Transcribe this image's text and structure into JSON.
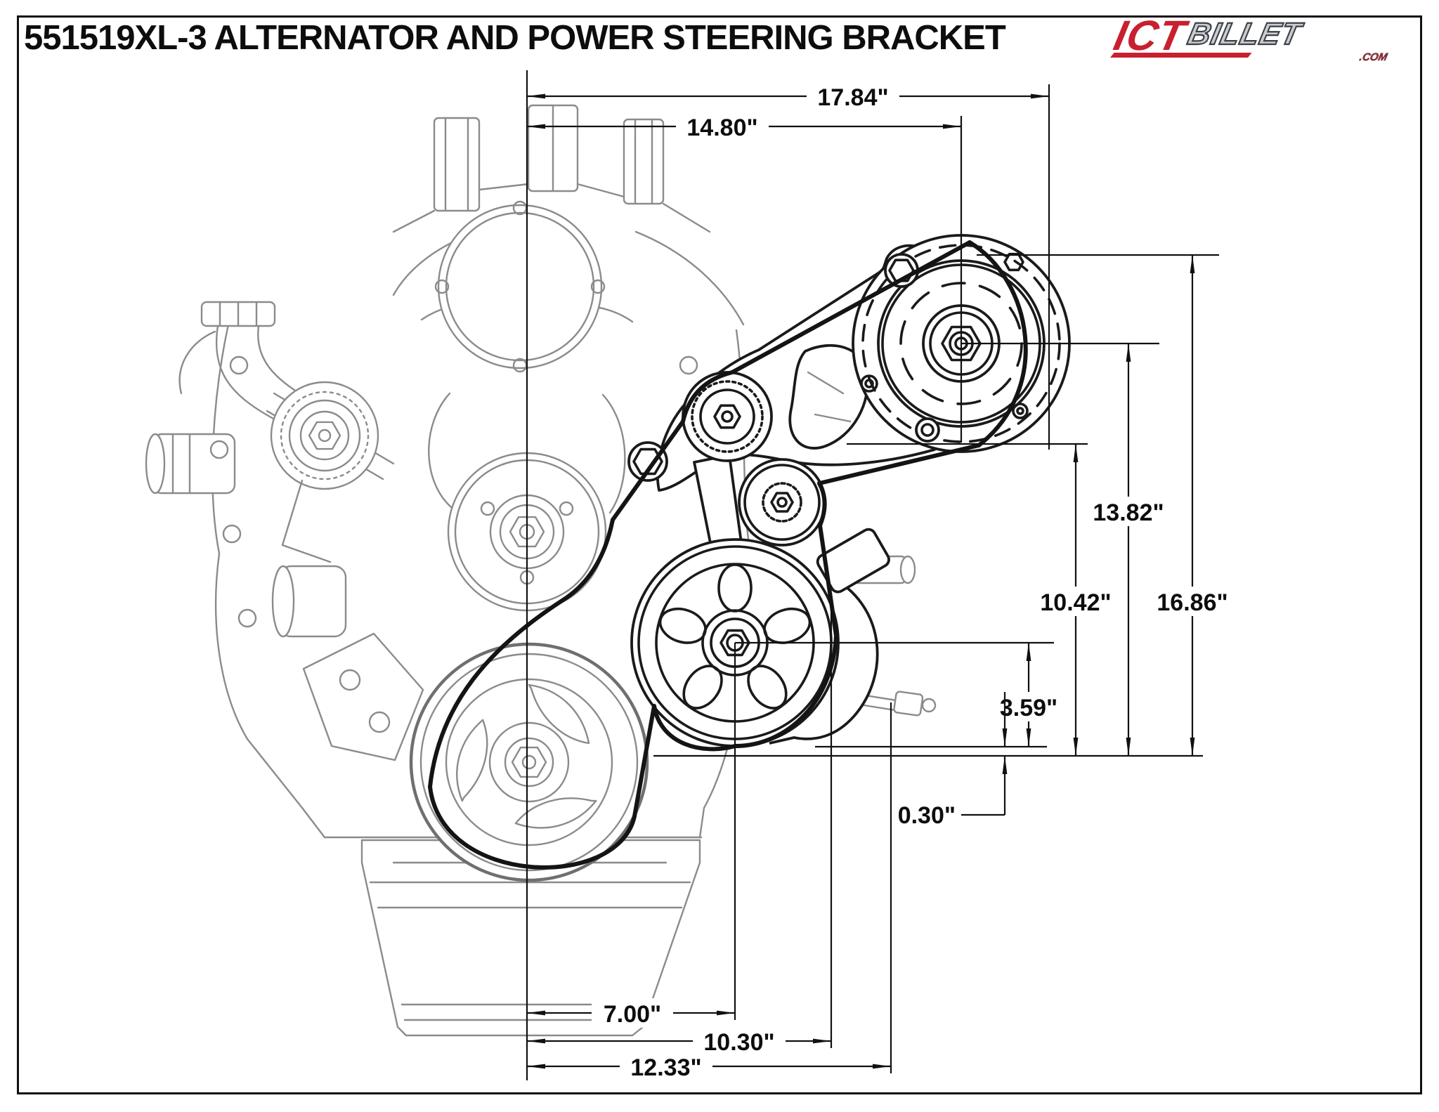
{
  "sheet": {
    "title": "551519XL-3 ALTERNATOR AND POWER STEERING BRACKET"
  },
  "logo": {
    "ict": "ICT",
    "billet": "BILLET",
    "tld": ".COM"
  },
  "colors": {
    "logo_red": "#c8202f",
    "logo_silver": "#c9ccd1",
    "engine_line": "#8b8b8b",
    "product_line": "#1a1a1a",
    "dimension_line": "#111111"
  },
  "dimensions": {
    "top": [
      {
        "id": "centerline-to-belt-outer",
        "label": "17.84\""
      },
      {
        "id": "centerline-to-alternator-center",
        "label": "14.80\""
      }
    ],
    "right": [
      {
        "id": "alternator-center-height",
        "label": "13.82\""
      },
      {
        "id": "bracket-bottom-height",
        "label": "10.42\""
      },
      {
        "id": "alternator-top-height",
        "label": "16.86\""
      },
      {
        "id": "ps-pump-center-height",
        "label": "3.59\""
      },
      {
        "id": "belt-bottom-offset",
        "label": "0.30\""
      }
    ],
    "bottom": [
      {
        "id": "centerline-to-ps-pump",
        "label": "7.00\""
      },
      {
        "id": "centerline-to-bracket-bolt",
        "label": "10.30\""
      },
      {
        "id": "centerline-to-fitting",
        "label": "12.33\""
      }
    ]
  }
}
